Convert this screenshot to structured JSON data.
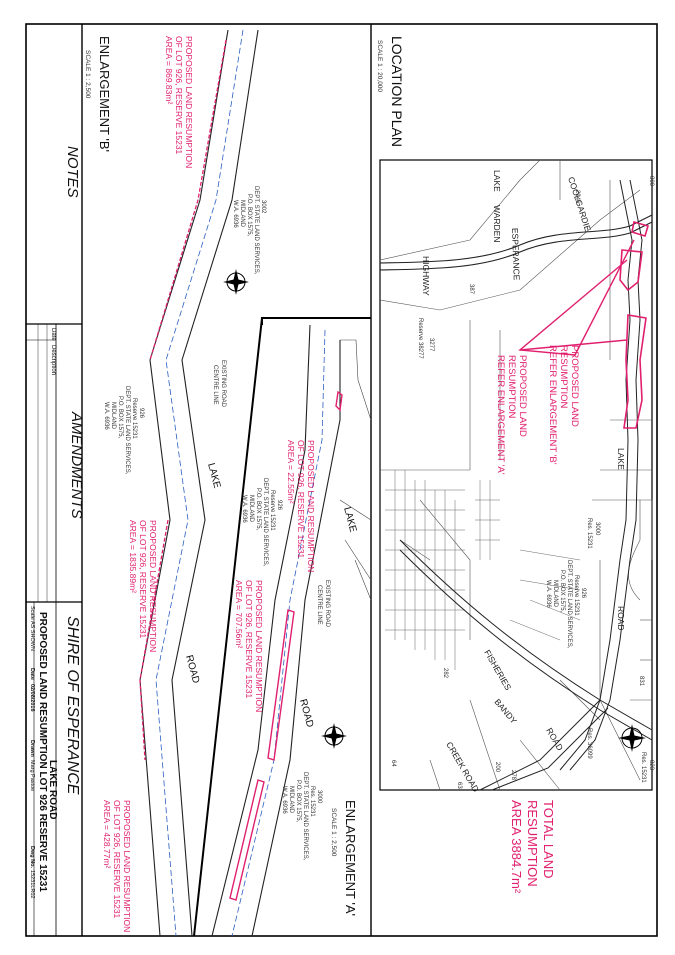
{
  "location_plan": {
    "title": "LOCATION PLAN",
    "scale": "SCALE 1 : 20,000",
    "streets": {
      "coolgardie": "COOLGARDIE",
      "esperance": "ESPERANCE",
      "highway": "HIGHWAY",
      "lake_warden_1": "LAKE",
      "lake_warden_2": "WARDEN",
      "lake": "LAKE",
      "road": "ROAD",
      "fisheries": "FISHERIES",
      "bandy": "BANDY",
      "creek_road": "CREEK ROAD",
      "road2": "ROAD"
    },
    "reserves": {
      "r38277_no": "3277",
      "r38277_label": "Reserve 38277",
      "r15231_no": "3000",
      "r15231_label": "Res. 15231",
      "r15231_owner_1": "926",
      "r15231_owner_2": "Reserve 15231",
      "r15231_owner_3": "DEPT. STATE LAND SERVICES,",
      "r15231_owner_4": "P.O. BOX 1575,",
      "r15231_owner_5": "MIDLAND",
      "r15231_owner_6": "W.A. 6936",
      "res_823": "823",
      "res_823b": "Res. 15231",
      "res_831": "831",
      "res_200": "200",
      "res_63": "63",
      "res_64": "64",
      "res_282": "282",
      "res_278": "278",
      "res_387": "387",
      "res_2946": "2946",
      "res_800": "800",
      "res_36099": "Res. 36099"
    },
    "callout_b": [
      "PROPOSED LAND",
      "RESUMPTION",
      "REFER ENLARGEMENT 'B'"
    ],
    "callout_a": [
      "PROPOSED LAND",
      "RESUMPTION",
      "REFER ENLARGEMENT 'A'"
    ],
    "total": [
      "TOTAL LAND",
      "RESUMPTION",
      "AREA 3884.7m²"
    ]
  },
  "enlargement_b": {
    "title": "ENLARGEMENT 'B'",
    "scale": "SCALE 1 : 2,500",
    "resumption": [
      "PROPOSED LAND RESUMPTION",
      "OF LOT 926, RESERVE 15231",
      "AREA = 869.83m²"
    ],
    "lot_no": "3002",
    "lot_owner": [
      "DEPT. STATE LAND SERVICES,",
      "P.O. BOX 1575,",
      "MIDLAND",
      "W.A. 6936"
    ],
    "lot_926": [
      "926",
      "Reserve 15231",
      "DEPT. STATE LAND SERVICES,",
      "P.O. BOX 1575,",
      "MIDLAND",
      "W.A. 6936"
    ],
    "existing": [
      "EXISTING ROAD",
      "CENTRE LINE"
    ],
    "lake": "LAKE",
    "road": "ROAD",
    "resumption2": [
      "PROPOSED LAND RESUMPTION",
      "OF LOT 926, RESERVE 15231",
      "AREA = 1835.89m²"
    ]
  },
  "enlargement_a": {
    "title": "ENLARGEMENT 'A'",
    "scale": "SCALE 1 : 2,500",
    "res_a1": [
      "PROPOSED LAND RESUMPTION",
      "OF LOT 926, RESERVE 15231",
      "AREA = 22.55m²"
    ],
    "res_a2": [
      "PROPOSED LAND RESUMPTION",
      "OF LOT 926, RESERVE 15231",
      "AREA = 707.56m²"
    ],
    "res_a3": [
      "PROPOSED LAND RESUMPTION",
      "OF LOT 926, RESERVE 15231",
      "AREA = 428.77m²"
    ],
    "lot_926": [
      "926",
      "Reserve 15231",
      "DEPT. STATE LAND SERVICES,",
      "P.O. BOX 1575,",
      "MIDLAND",
      "W.A. 6936"
    ],
    "lot_right": [
      "3000",
      "Res. 15231",
      "DEPT. STATE LAND SERVICES,",
      "P.O. BOX 1575,",
      "MIDLAND",
      "W.A. 6936"
    ],
    "existing": [
      "EXISTING ROAD",
      "CENTRE LINE"
    ],
    "lake": "LAKE",
    "road": "ROAD"
  },
  "notes": {
    "title": "NOTES"
  },
  "amendments": {
    "title": "AMENDMENTS",
    "date_label": "Date",
    "desc_label": "Description"
  },
  "title_block": {
    "council": "SHIRE OF ESPERANCE",
    "line1": "LAKE ROAD",
    "line2": "PROPOSED LAND RESUMPTION LOT 926 RESERVE 15231",
    "scale": "Scale   AS SHOWN",
    "date_label": "Date",
    "date": "02/08/2016",
    "drawn_label": "Drawn",
    "drawn": "Marg Pastoe",
    "dwg_label": "Dwg No.",
    "dwg": "15231LR02"
  },
  "colors": {
    "resumption": "#e0206e",
    "road": "#1a1a1a",
    "centreline": "#2b5fbf",
    "border": "#000000"
  }
}
